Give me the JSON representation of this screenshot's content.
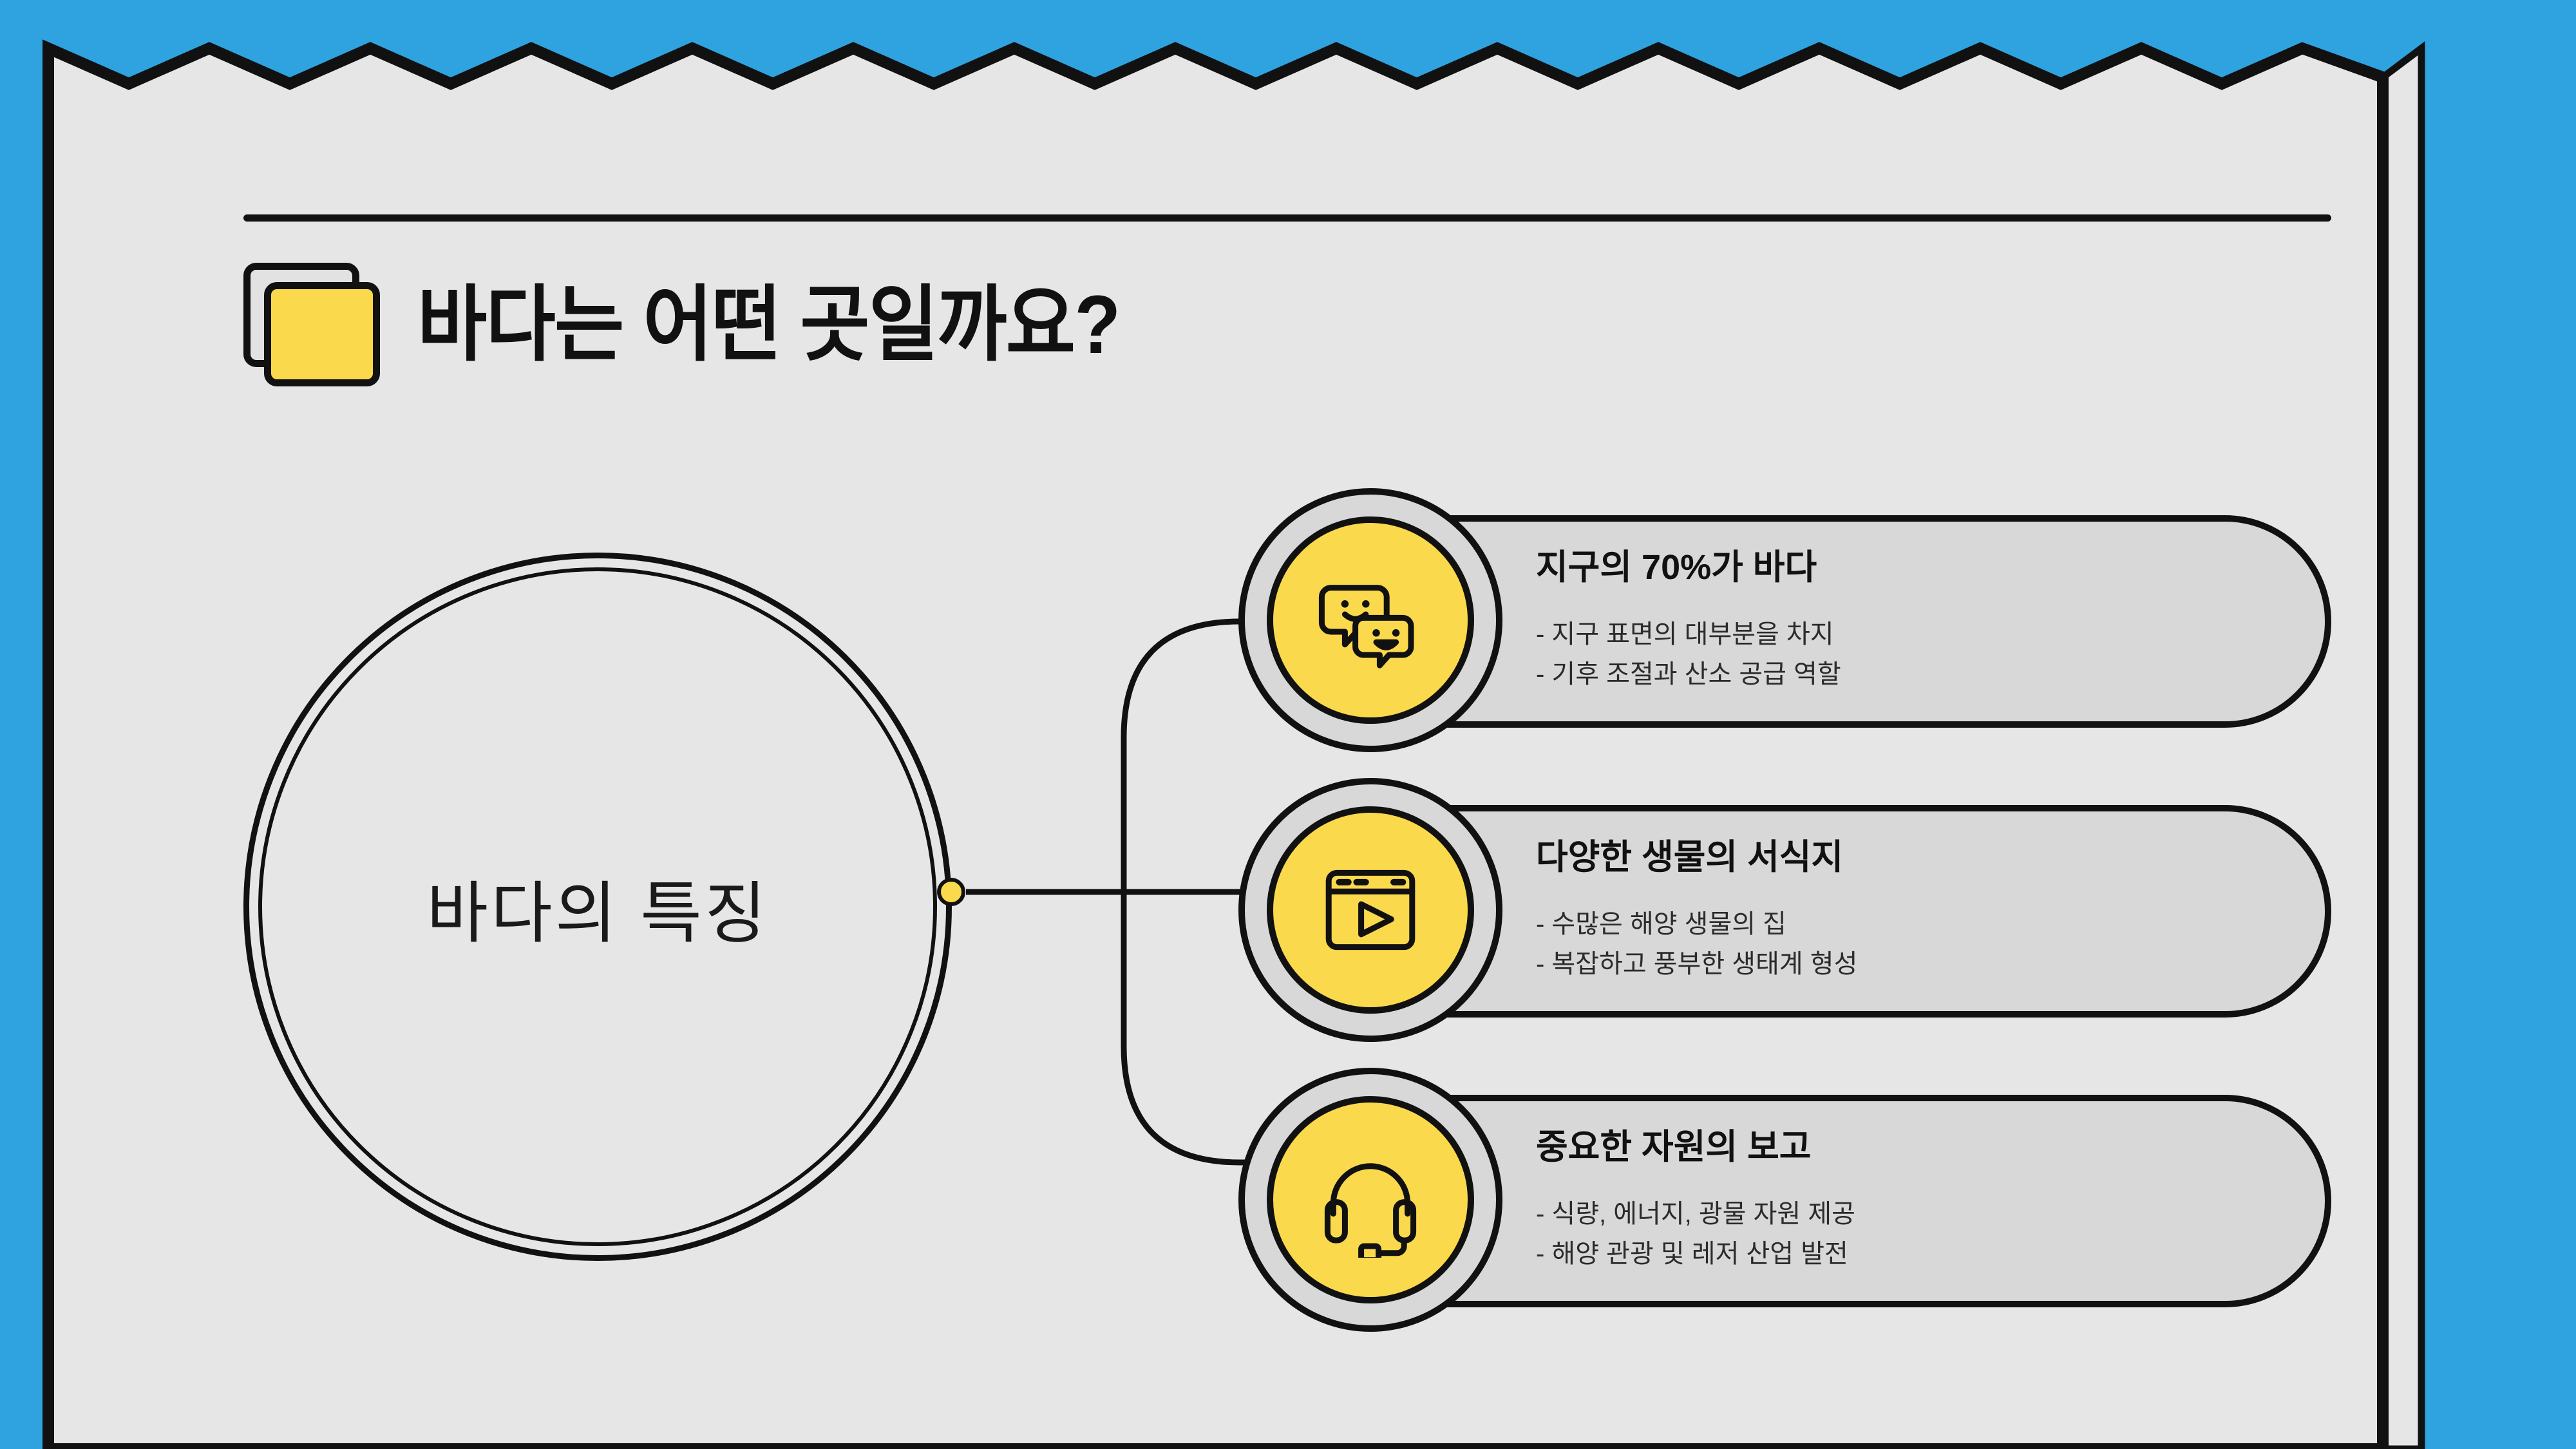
{
  "theme": {
    "outer_background": "#2EA3E0",
    "sheet_background": "#E6E6E6",
    "accent_yellow": "#FBD94C",
    "card_background": "#D8D8D8",
    "ink": "#111111"
  },
  "header": {
    "title": "바다는 어떤 곳일까요?",
    "icon": "stacked-square-icon"
  },
  "hub": {
    "label": "바다의 특징"
  },
  "cards": [
    {
      "icon": "chat-bubbles-icon",
      "title": "지구의 70%가 바다",
      "bullets": [
        "- 지구 표면의 대부분을 차지",
        "- 기후 조절과 산소 공급 역할"
      ]
    },
    {
      "icon": "video-window-icon",
      "title": "다양한 생물의 서식지",
      "bullets": [
        "- 수많은 해양 생물의 집",
        "- 복잡하고 풍부한 생태계 형성"
      ]
    },
    {
      "icon": "headset-icon",
      "title": "중요한 자원의 보고",
      "bullets": [
        "- 식량, 에너지, 광물 자원 제공",
        "- 해양 관광 및 레저 산업 발전"
      ]
    }
  ]
}
